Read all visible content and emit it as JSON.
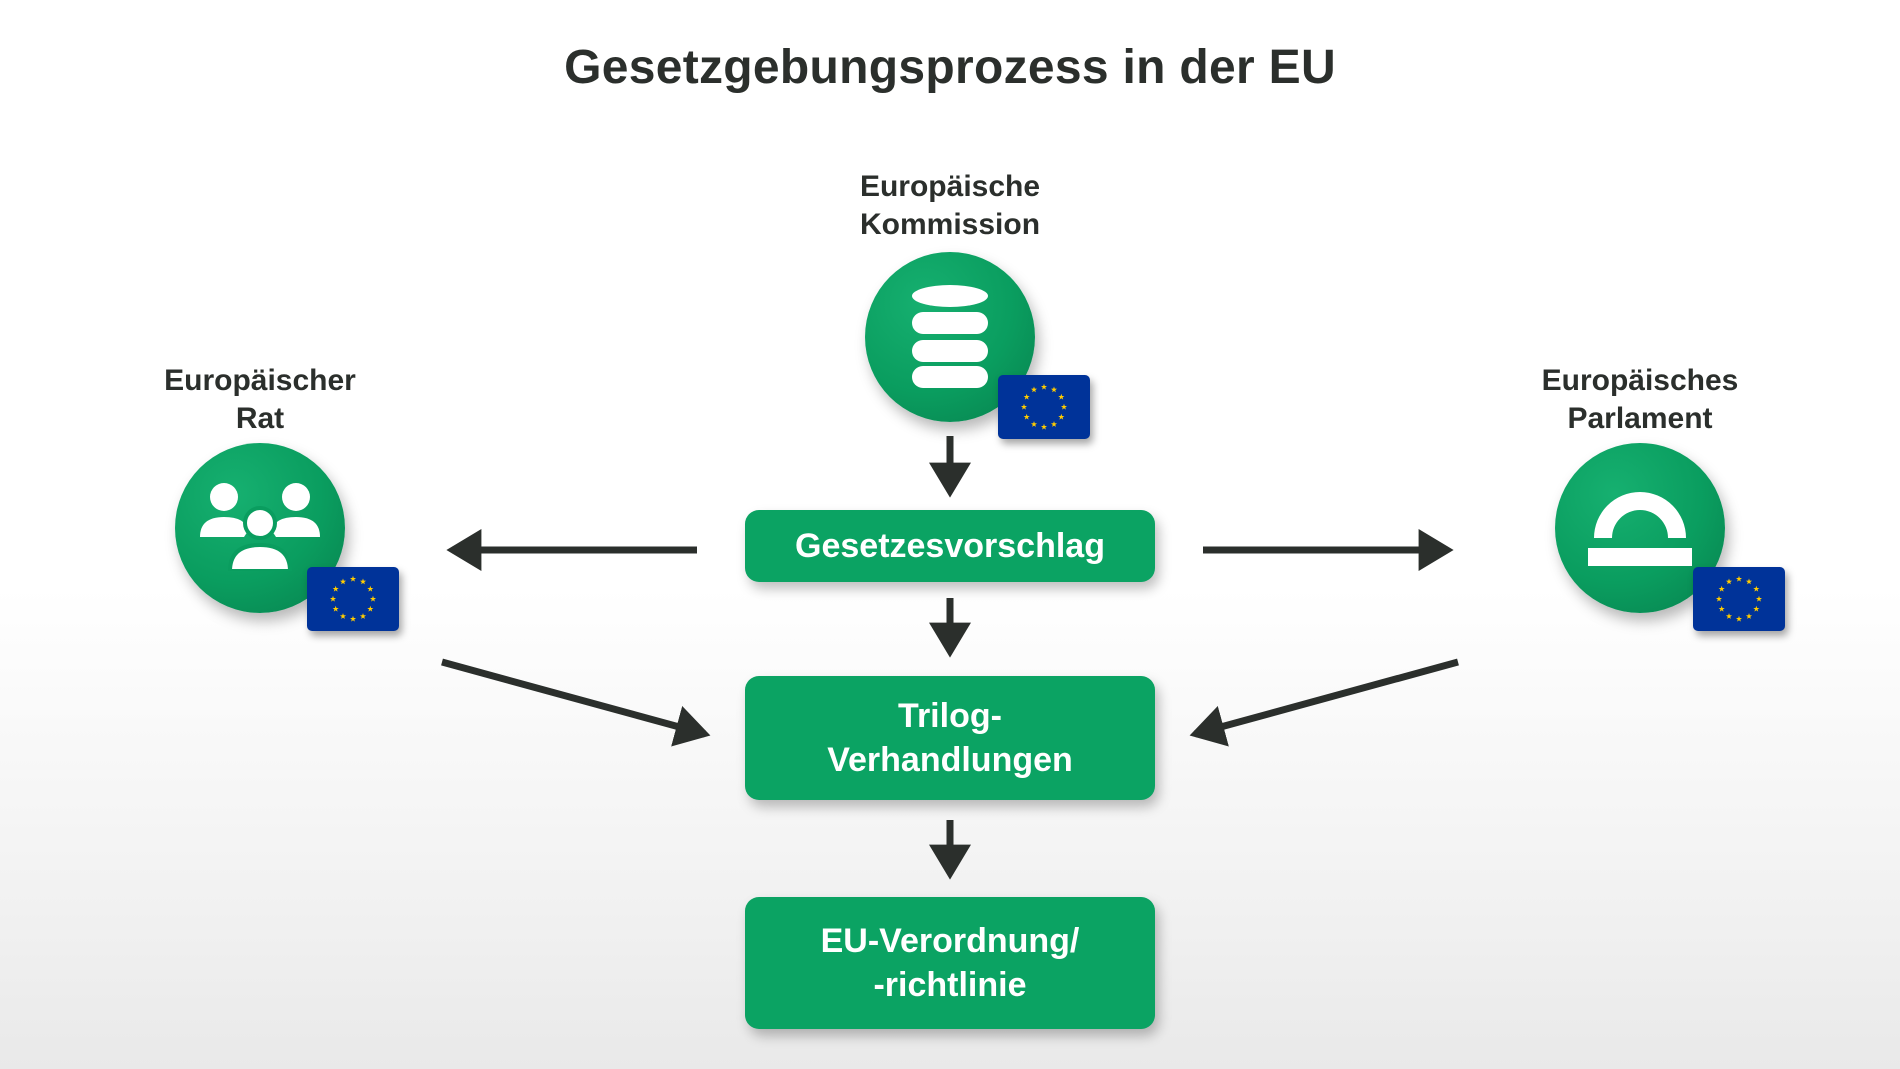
{
  "title": "Gesetzgebungsprozess in der EU",
  "actors": {
    "commission": {
      "line1": "Europäische",
      "line2": "Kommission",
      "icon": "database-icon"
    },
    "council": {
      "line1": "Europäischer",
      "line2": "Rat",
      "icon": "people-group-icon"
    },
    "parliament": {
      "line1": "Europäisches",
      "line2": "Parlament",
      "icon": "parliament-arch-icon"
    }
  },
  "steps": {
    "proposal": {
      "line1": "Gesetzesvorschlag"
    },
    "trilog": {
      "line1": "Trilog-",
      "line2": "Verhandlungen"
    },
    "result": {
      "line1": "EU-Verordnung/",
      "line2": "-richtlinie"
    }
  },
  "colors": {
    "green": "#0ba363",
    "dark": "#2b2f2c",
    "eu_blue": "#003399",
    "eu_star": "#ffcc00"
  }
}
